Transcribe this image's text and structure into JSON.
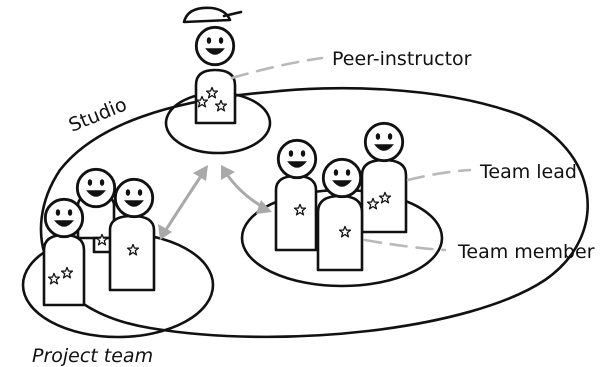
{
  "labels": {
    "studio": "Studio",
    "project_team": "Project team",
    "peer_instructor": "Peer-instructor",
    "team_lead": "Team lead",
    "team_member": "Team member"
  },
  "colors": {
    "ink": "#111111",
    "arrow": "#a9a9a9",
    "leader": "#b9b9b9",
    "background": "#ffffff"
  }
}
